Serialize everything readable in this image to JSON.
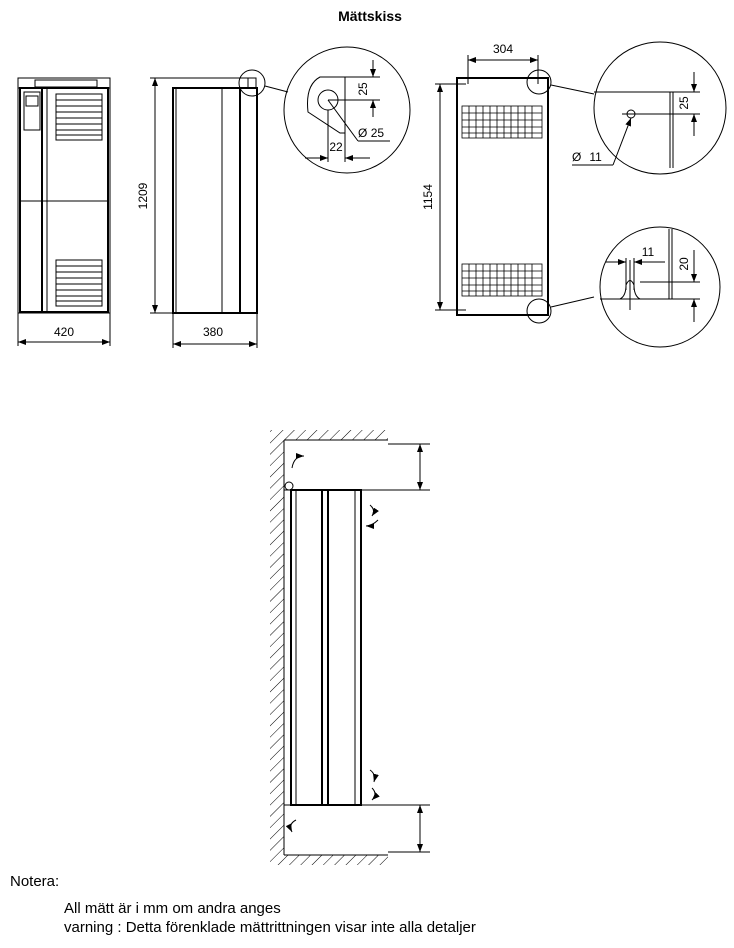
{
  "title": "Mättskiss",
  "dimensions": {
    "front_width": "420",
    "height_total": "1209",
    "depth": "380",
    "detail_top_offset": "25",
    "detail_hole_diameter": "25",
    "detail_hole_offset": "22",
    "hole_spacing_width": "304",
    "hole_spacing_height": "1154",
    "detail2_offset": "25",
    "detail2_hole_diameter": "11",
    "detail3_slot_width": "11",
    "detail3_offset": "20"
  },
  "diameter_symbol": "Ø",
  "notes": {
    "heading": "Notera:",
    "line1": "All mätt är i mm om andra anges",
    "line2": "varning : Detta förenklade mättrittningen visar inte alla detaljer"
  }
}
